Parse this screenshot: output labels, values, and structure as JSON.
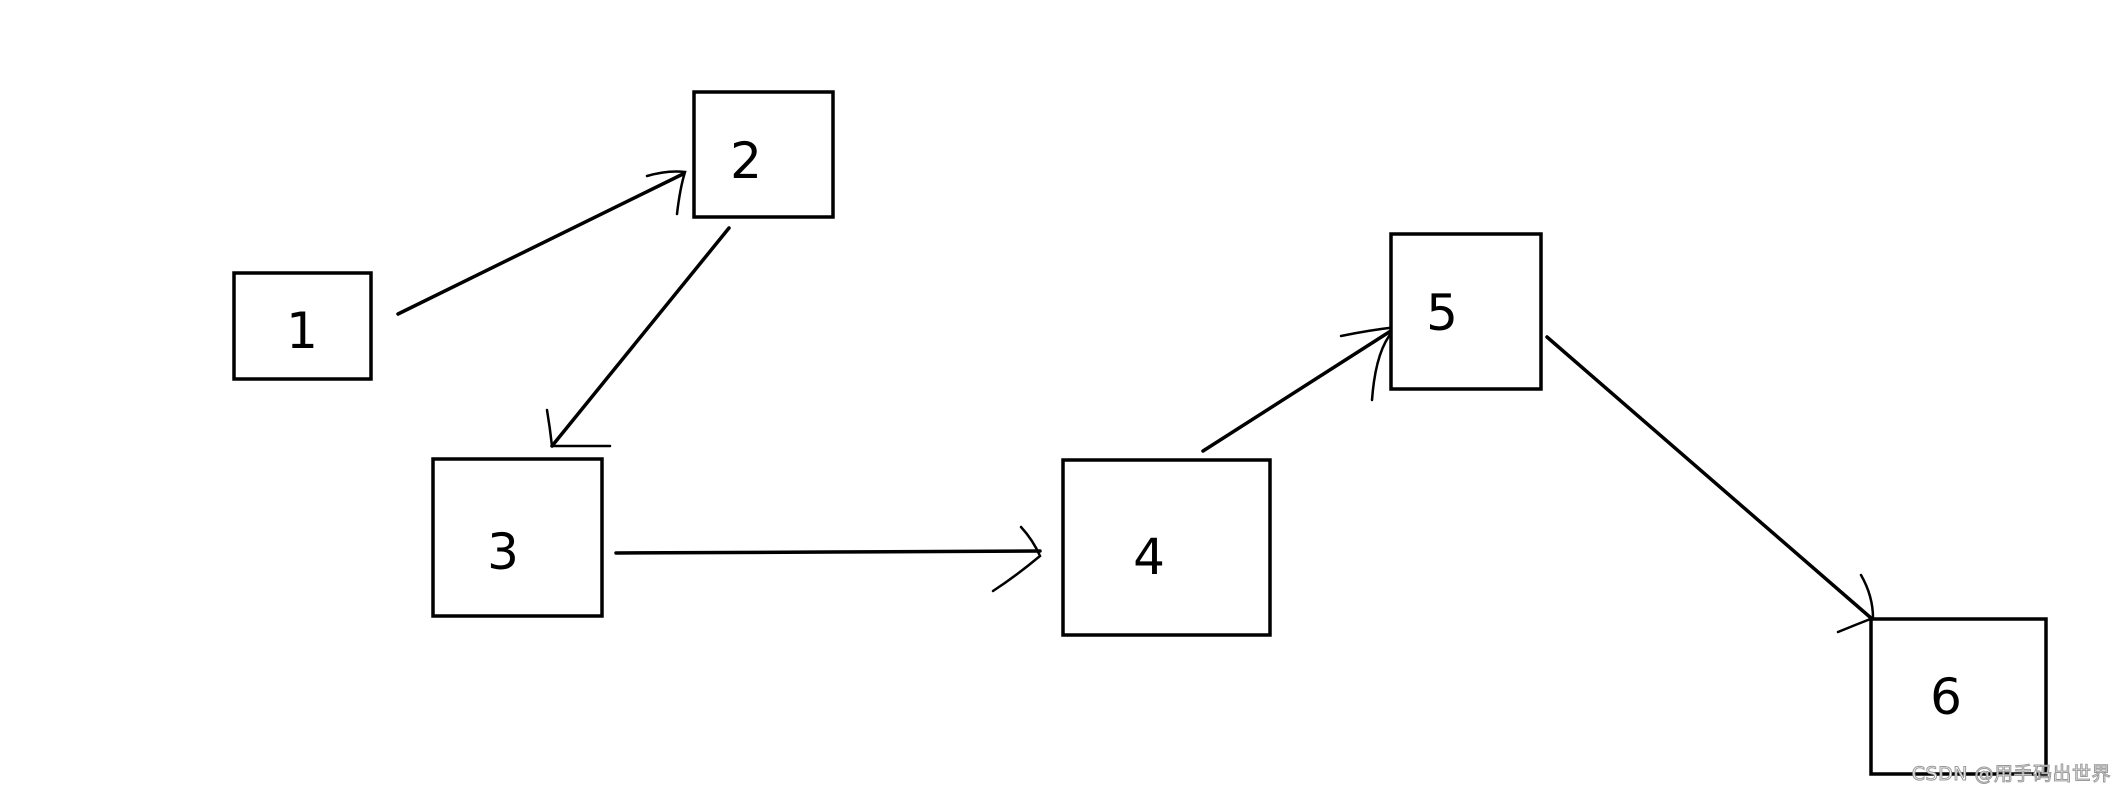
{
  "diagram": {
    "nodes": [
      {
        "id": "1",
        "label": "1"
      },
      {
        "id": "2",
        "label": "2"
      },
      {
        "id": "3",
        "label": "3"
      },
      {
        "id": "4",
        "label": "4"
      },
      {
        "id": "5",
        "label": "5"
      },
      {
        "id": "6",
        "label": "6"
      }
    ],
    "edges": [
      {
        "from": "1",
        "to": "2"
      },
      {
        "from": "2",
        "to": "3"
      },
      {
        "from": "3",
        "to": "4"
      },
      {
        "from": "4",
        "to": "5"
      },
      {
        "from": "5",
        "to": "6"
      }
    ],
    "colors": {
      "stroke": "#000000",
      "background": "#ffffff"
    }
  },
  "watermark": {
    "text": "CSDN @用手码出世界"
  }
}
